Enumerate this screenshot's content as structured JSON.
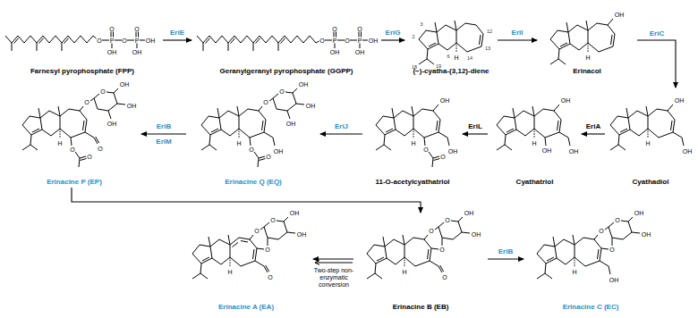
{
  "diagram": {
    "nodes": [
      {
        "text": [
          "Farnesyl pyrophosphate (FPP)"
        ]
      },
      {
        "text": [
          "Geranylgeranyl pyrophosphate (GGPP)"
        ]
      },
      {
        "text": [
          "(−)-cyatha-(3,12)-diene"
        ]
      },
      {
        "text": [
          "Erinacol"
        ]
      },
      {
        "text": [
          "Cyathadiol"
        ]
      },
      {
        "text": [
          "Cyathatriol"
        ]
      },
      {
        "text": [
          "11-O-acetylcyathatriol"
        ]
      },
      {
        "text": [
          "Erinacine Q (EQ)"
        ]
      },
      {
        "text": [
          "Erinacine P (EP)"
        ]
      },
      {
        "text": [
          "Erinacine B (EB)"
        ]
      },
      {
        "text": [
          "Erinacine A (EA)"
        ]
      },
      {
        "text": [
          "Erinacine C (EC)"
        ]
      }
    ],
    "edges": [
      {
        "from": 0,
        "to": 1,
        "label": "EriE",
        "arrow": "to"
      },
      {
        "from": 1,
        "to": 2,
        "label": "EriG",
        "arrow": "to"
      },
      {
        "from": 2,
        "to": 3,
        "label": "EriI",
        "arrow": "to"
      },
      {
        "from": 3,
        "to": 4,
        "label": "EriC",
        "arrow": "to"
      },
      {
        "from": 4,
        "to": 5,
        "label": "EriA",
        "arrow": "to"
      },
      {
        "from": 5,
        "to": 6,
        "label": "EriL",
        "arrow": "to"
      },
      {
        "from": 6,
        "to": 7,
        "label": "EriJ",
        "arrow": "to"
      },
      {
        "from": 7,
        "to": 8,
        "label": "EriB",
        "arrow": "to"
      },
      {
        "from": 8,
        "to": 9,
        "arrow": "to"
      },
      {
        "from": 9,
        "to": 10,
        "label": "Two-step non-enzymatic conversion",
        "arrow": "to"
      },
      {
        "from": 9,
        "to": 11,
        "label": "EriB",
        "arrow": "to"
      }
    ],
    "labels": [
      "O",
      "P",
      "O",
      "OH",
      "O",
      "P",
      "O",
      "OH",
      "OH",
      "O",
      "P",
      "O",
      "OH",
      "O",
      "P",
      "O",
      "OH",
      "OH",
      "2",
      "3",
      "6",
      "12",
      "13",
      "14",
      "18",
      "19",
      "H",
      "OH",
      "H",
      "O",
      "O",
      "OH",
      "OH",
      "OH",
      "O",
      "O",
      "O",
      "H",
      "EriM",
      "O",
      "O",
      "OH",
      "OH",
      "OH",
      "OH",
      "O",
      "O",
      "H",
      "OH",
      "OH",
      "O",
      "O",
      "H",
      "OH",
      "OH",
      "OH",
      "H",
      "OH",
      "OH",
      "H",
      "O",
      "O",
      "O",
      "OH",
      "OH",
      "O",
      "H",
      "O",
      "O",
      "O",
      "OH",
      "OH",
      "O",
      "H",
      "O",
      "O",
      "O",
      "OH",
      "OH",
      "OH",
      "H"
    ]
  }
}
